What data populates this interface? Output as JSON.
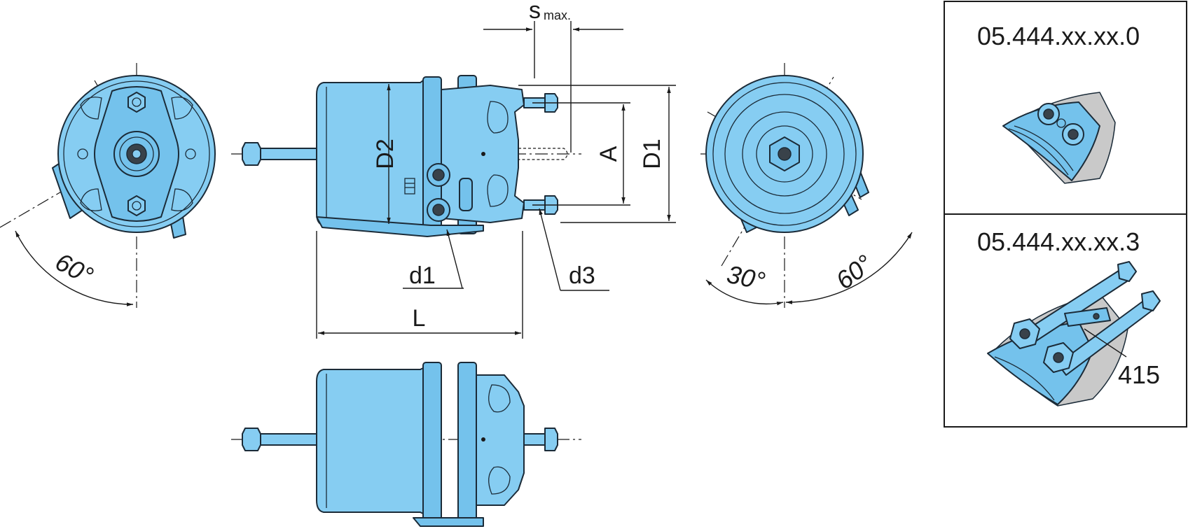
{
  "dimensions": {
    "s_max": "s",
    "s_max_sub": "max.",
    "D2": "D2",
    "A": "A",
    "D1": "D1",
    "d1": "d1",
    "d3": "d3",
    "L": "L"
  },
  "angles": {
    "left_view": "60°",
    "right_view_small": "30°",
    "right_view_large": "60°"
  },
  "variants": [
    {
      "code": "05.444.xx.xx.0"
    },
    {
      "code": "05.444.xx.xx.3",
      "callout": "415"
    }
  ]
}
